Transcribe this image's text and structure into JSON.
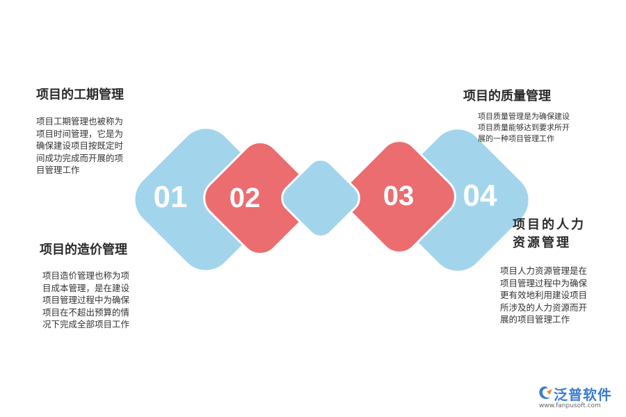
{
  "items": [
    {
      "number": "01",
      "title": "项目的工期管理",
      "lines": [
        "项目工期管理也被称为",
        "项目时间管理，它是为",
        "确保建设项目按既定时",
        "间成功完成而开展的项",
        "目管理工作"
      ]
    },
    {
      "number": "02",
      "title": "项目的造价管理",
      "lines": [
        "项目造价管理也称为项",
        "目成本管理，是在建设",
        "项目管理过程中为确保",
        "项目在不超出预算的情",
        "况下完成全部项目工作"
      ]
    },
    {
      "number": "03",
      "title": "项目的质量管理",
      "lines": [
        "项目质量管理是为确保建设",
        "项目质量能够达到要求所开",
        "展的一种项目管理工作"
      ]
    },
    {
      "number": "04",
      "title_lines": [
        "项目的人力",
        "资源管理"
      ],
      "lines": [
        "项目人力资源管理是在",
        "项目管理过程中为确保",
        "更有效地利用建设项目",
        "所涉及的人力资源而开",
        "展的项目管理工作"
      ]
    }
  ],
  "colors": {
    "blue": "#a2d5ec",
    "red": "#eb6d70",
    "brand": "#3a7bd5"
  },
  "logo": {
    "name": "泛普软件",
    "url": "www.fanpusoft.com"
  }
}
